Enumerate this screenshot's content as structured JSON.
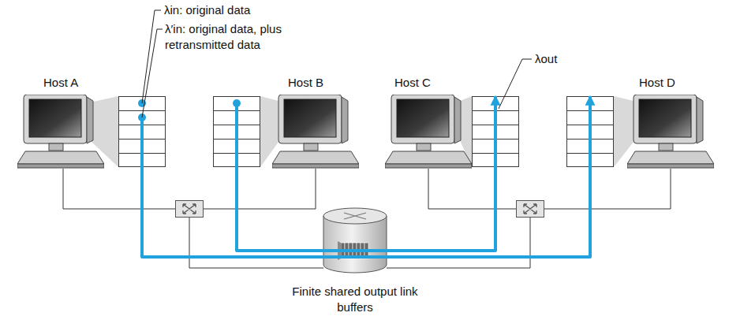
{
  "diagram": {
    "nodes": [
      {
        "text": [
          "Host A"
        ]
      },
      {
        "text": [
          "Host B"
        ]
      },
      {
        "text": [
          "Host C"
        ]
      },
      {
        "text": [
          "Host D"
        ]
      }
    ],
    "edges": [
      {
        "from": 0,
        "to": 3,
        "arrow": "to"
      },
      {
        "from": 1,
        "to": 2,
        "arrow": "to"
      }
    ],
    "labels": [
      "λin: original data",
      "λ′in: original data, plus retransmitted data",
      "λout",
      "Finite shared output link buffers"
    ]
  }
}
